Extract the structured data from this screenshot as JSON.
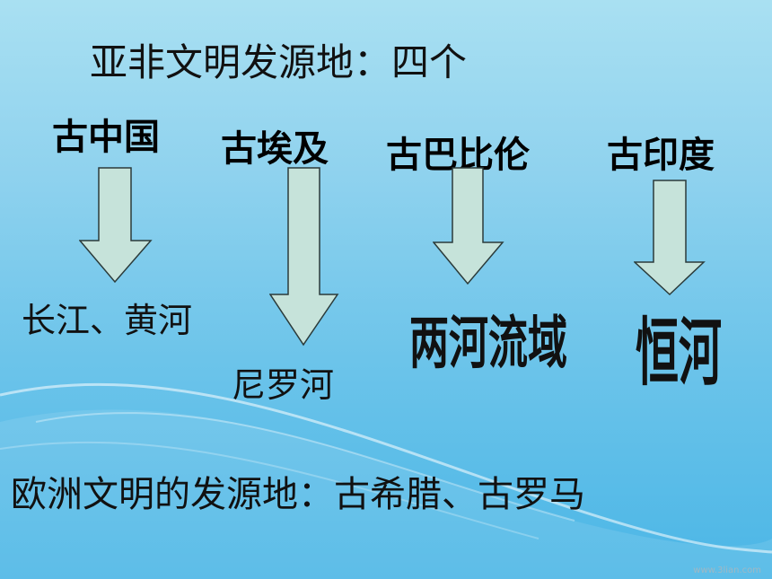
{
  "title": "亚非文明发源地：四个",
  "civilizations": [
    {
      "name": "古中国",
      "river": "长江、黄河"
    },
    {
      "name": "古埃及",
      "river": "尼罗河"
    },
    {
      "name": "古巴比伦",
      "river": "两河流域"
    },
    {
      "name": "古印度",
      "river": "恒河"
    }
  ],
  "footer": "欧洲文明的发源地：古希腊、古罗马",
  "watermark": "www.3lian.com",
  "colors": {
    "arrow_fill": "#c6e3da",
    "arrow_stroke": "#2b3b3a",
    "text": "#111111"
  }
}
